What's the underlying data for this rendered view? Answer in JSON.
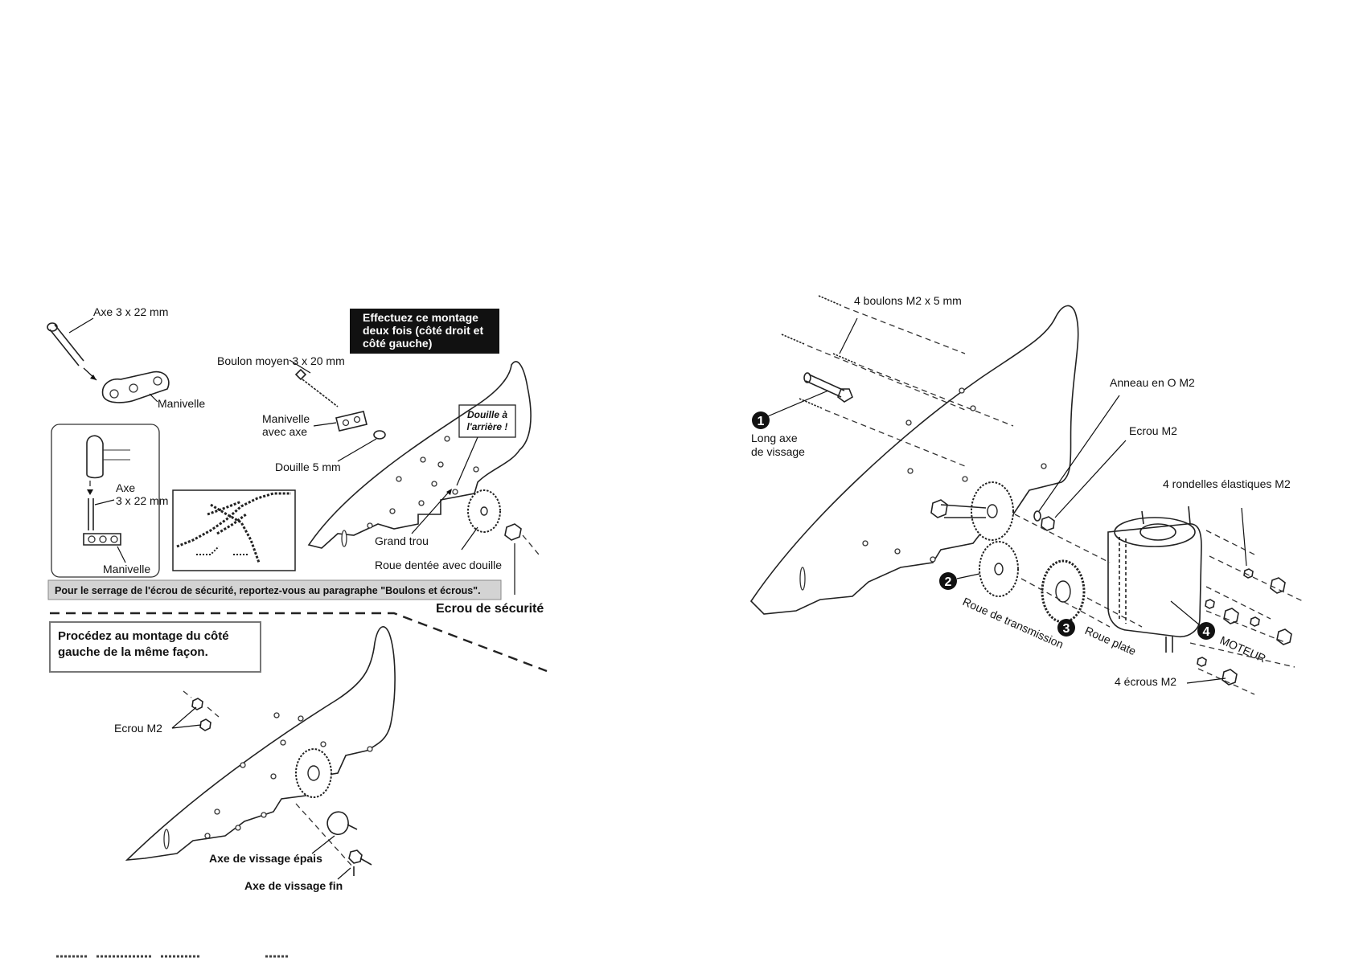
{
  "left_panel": {
    "note_box": "Effectuez ce montage deux fois (côté droit et côté gauche)",
    "note_box_lines": [
      "Effectuez ce montage",
      "deux fois (côté droit et",
      "côté gauche)"
    ],
    "labels": {
      "axe_top": "Axe 3 x 22 mm",
      "manivelle_top": "Manivelle",
      "boulon": "Boulon moyen 3 x 20 mm",
      "manivelle_axe_1": "Manivelle",
      "manivelle_axe_2": "avec axe",
      "douille5": "Douille 5 mm",
      "douille_arriere_1": "Douille à",
      "douille_arriere_2": "l'arrière !",
      "inset_axe_1": "Axe",
      "inset_axe_2": "3 x 22 mm",
      "inset_manivelle": "Manivelle",
      "grand_trou": "Grand trou",
      "roue_dentee": "Roue dentée avec douille",
      "ecrou_securite": "Ecrou de sécurité",
      "ecrou_m2": "Ecrou M2",
      "axe_epais": "Axe de vissage épais",
      "axe_fin": "Axe de vissage fin"
    },
    "gray_banner": "Pour le serrage de l'écrou de sécurité, reportez-vous au paragraphe \"Boulons et écrous\".",
    "procedez_lines": [
      "Procédez au montage du côté",
      "gauche de la même façon."
    ]
  },
  "right_panel": {
    "labels": {
      "boulons": "4 boulons M2 x 5 mm",
      "long_axe_1": "Long axe",
      "long_axe_2": "de vissage",
      "anneau": "Anneau en O M2",
      "ecrou_m2": "Ecrou M2",
      "rondelles": "4 rondelles élastiques M2",
      "roue_transmission": "Roue de transmission",
      "roue_plate": "Roue plate",
      "moteur": "MOTEUR",
      "ecrous": "4 écrous M2"
    },
    "numbers": [
      "1",
      "2",
      "3",
      "4"
    ]
  }
}
